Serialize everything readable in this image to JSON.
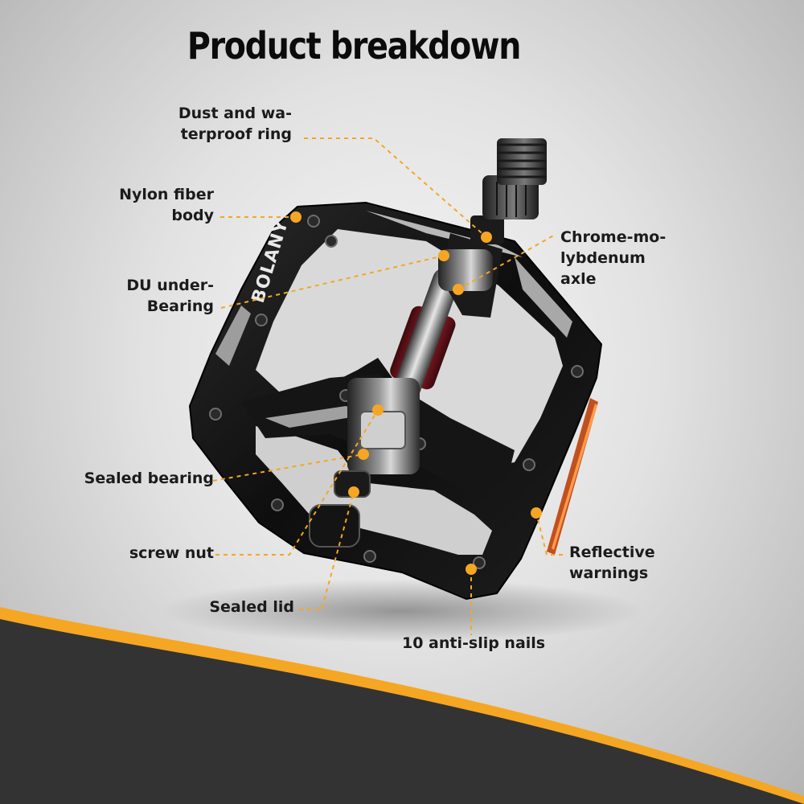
{
  "title": "Product breakdown",
  "brand": "BOLANY",
  "colors": {
    "accent": "#f5a623",
    "dark_band": "#333333",
    "body": "#111111"
  },
  "labels": {
    "dust_ring": [
      "Dust and wa-",
      "terproof ring"
    ],
    "nylon_body": [
      "Nylon fiber",
      "body"
    ],
    "du_bearing": [
      "DU under-",
      "Bearing"
    ],
    "sealed_bearing": "Sealed bearing",
    "screw_nut": "screw nut",
    "sealed_lid": "Sealed lid",
    "axle": [
      "Chrome-mo-",
      "lybdenum",
      "axle"
    ],
    "reflective": [
      "Reflective",
      "warnings"
    ],
    "nails": "10 anti-slip nails"
  }
}
